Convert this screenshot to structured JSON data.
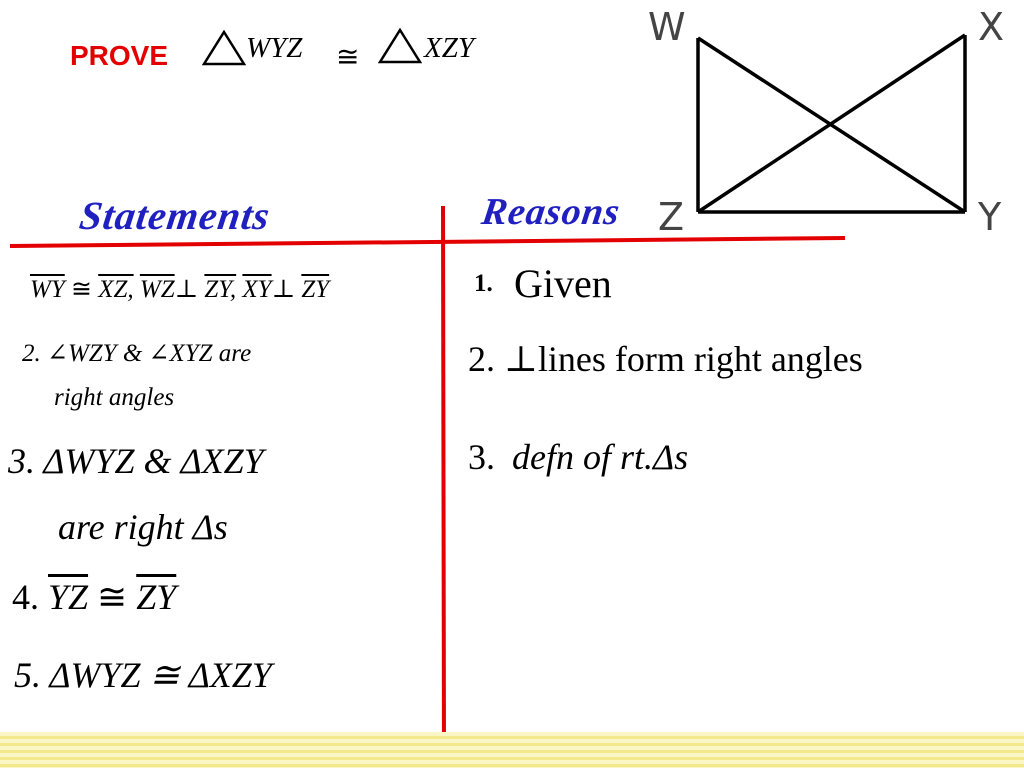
{
  "prove": {
    "label": "PROVE",
    "left_triangle": "WYZ",
    "congruent": "≅",
    "right_triangle": "XZY"
  },
  "diagram": {
    "labels": {
      "w": "W",
      "x": "X",
      "y": "Y",
      "z": "Z"
    }
  },
  "headers": {
    "statements": "Statements",
    "reasons": "Reasons"
  },
  "statements": {
    "s1": {
      "a": "WY",
      "cong": "≅",
      "b": "XZ,",
      "c": "WZ",
      "perp1": "⊥",
      "d": "ZY,",
      "e": "XY",
      "perp2": "⊥",
      "f": "ZY"
    },
    "s2": {
      "line1": "2. ∠WZY & ∠XYZ  are",
      "line2": "right  angles"
    },
    "s3": {
      "line1": "3. ΔWYZ & ΔXZY",
      "line2": "are right Δs"
    },
    "s4": {
      "num": "4.",
      "a": "YZ",
      "cong": "≅",
      "b": "ZY"
    },
    "s5": {
      "text": "5. ΔWYZ ≅ ΔXZY"
    }
  },
  "reasons": {
    "r1": {
      "num": "1.",
      "text": "Given"
    },
    "r2": {
      "text": "2. ⊥lines form right angles"
    },
    "r3": {
      "num": "3.",
      "text": "defn of  rt.Δs"
    }
  },
  "colors": {
    "accent_red": "#e30000",
    "header_blue": "#2020c0",
    "footer_yellow": "#f3e98c"
  }
}
